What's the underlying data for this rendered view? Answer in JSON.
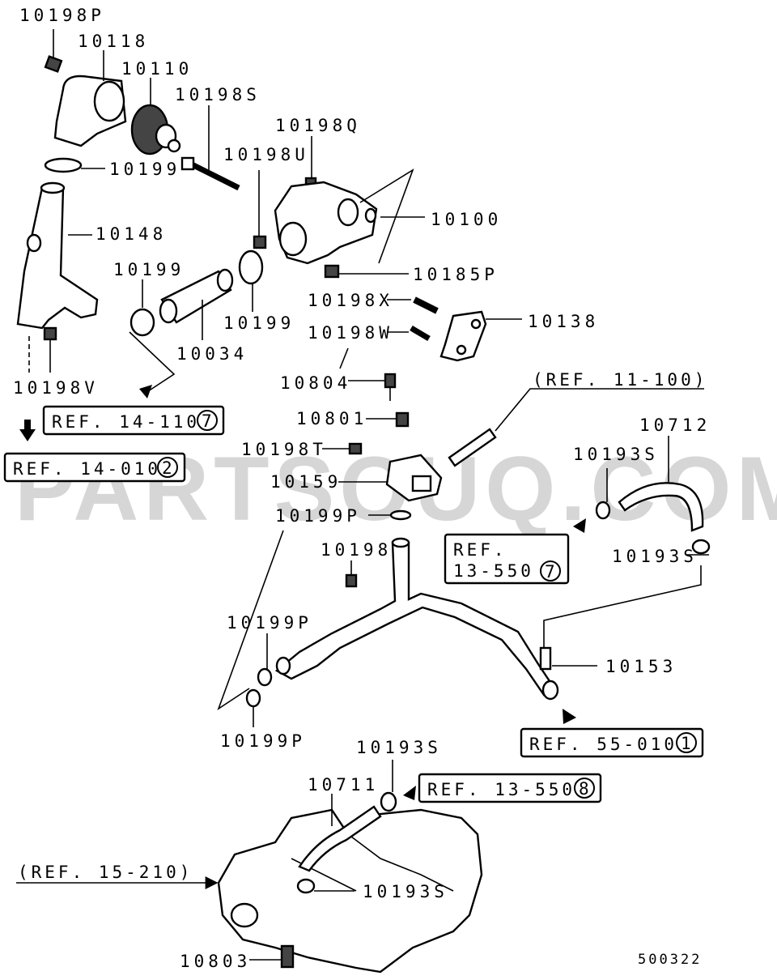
{
  "watermark": "PARTSOUQ.COM",
  "diagram_code": "500322",
  "part_labels": [
    "10198P",
    "10118",
    "10110",
    "10198S",
    "10198Q",
    "10198U",
    "10199",
    "10100",
    "10148",
    "10199",
    "10185P",
    "10199",
    "10034",
    "10198X",
    "10138",
    "10198W",
    "10198V",
    "10804",
    "10801",
    "10712",
    "10198T",
    "10193S",
    "10159",
    "10199P",
    "10198",
    "10193S",
    "10199P",
    "10153",
    "10199P",
    "10193S",
    "10711",
    "10193S",
    "10803"
  ],
  "references": [
    {
      "text": "REF. 14-110",
      "num": "7"
    },
    {
      "text": "REF. 14-010",
      "num": "2"
    },
    {
      "text": "REF.",
      "text2": "13-550",
      "num": "7"
    },
    {
      "text": "REF. 55-010",
      "num": "1"
    },
    {
      "text": "REF. 13-550",
      "num": "8"
    }
  ],
  "paren_refs": [
    "(REF. 11-100)",
    "(REF. 15-210)"
  ]
}
